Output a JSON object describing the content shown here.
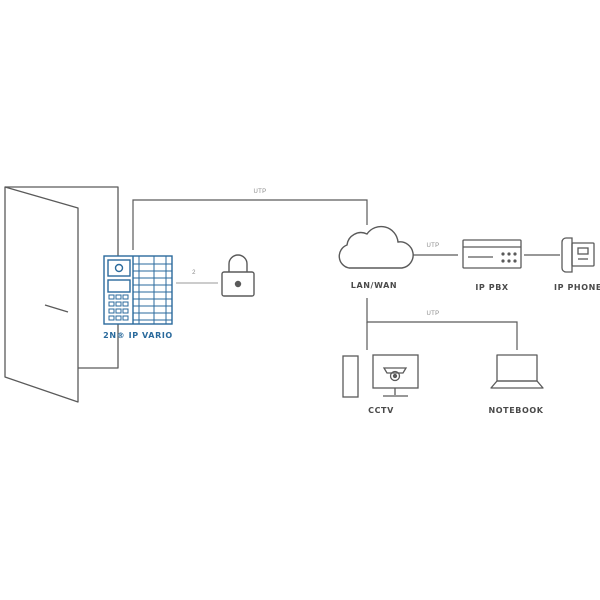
{
  "labels": {
    "device": "2N® IP VARIO",
    "network": "LAN/WAN",
    "pbx": "IP PBX",
    "phone": "IP PHONE",
    "cctv": "CCTV",
    "notebook": "NOTEBOOK"
  },
  "links": {
    "device_network": "UTP",
    "network_pbx": "UTP",
    "network_devices": "UTP",
    "device_lock": "2"
  },
  "colors": {
    "line": "#4a4a4a",
    "accent": "#2a6a9c",
    "thin": "#9a9a9a"
  },
  "icons": [
    "door-icon",
    "intercom-icon",
    "padlock-icon",
    "cloud-icon",
    "pbx-icon",
    "phone-icon",
    "pc-tower-icon",
    "monitor-camera-icon",
    "laptop-icon"
  ]
}
